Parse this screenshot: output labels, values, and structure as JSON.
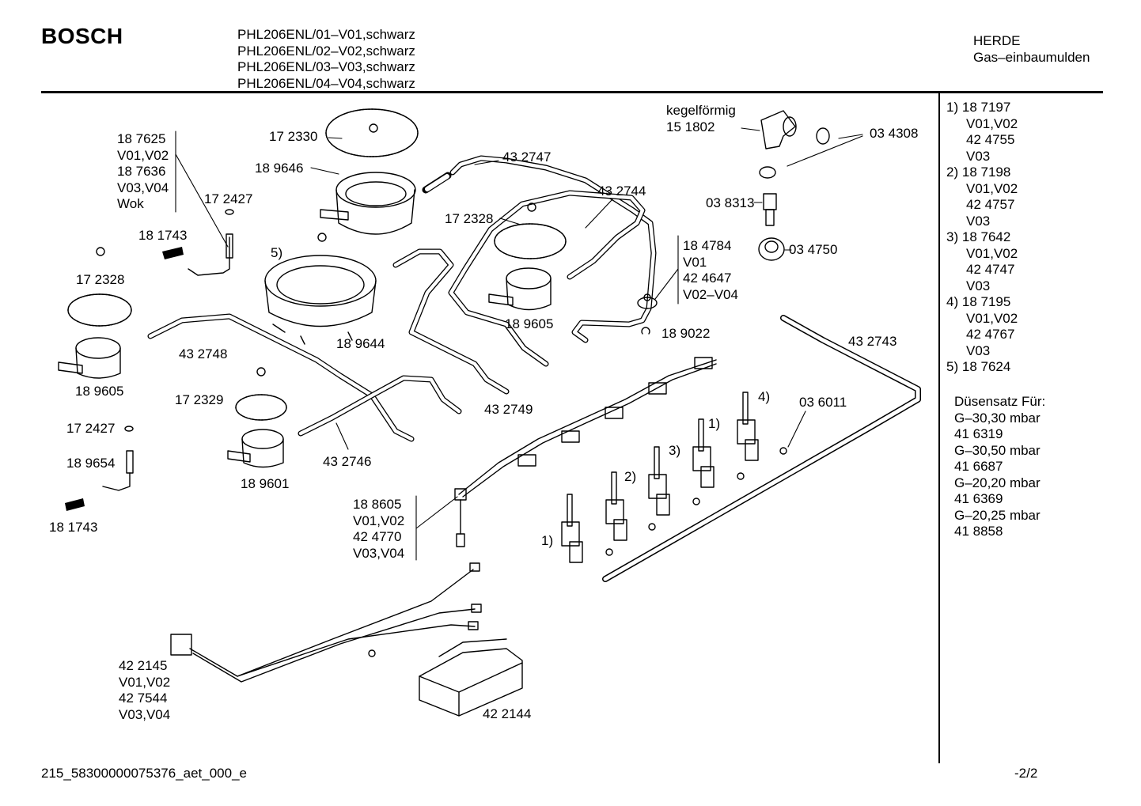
{
  "header": {
    "brand": "BOSCH",
    "models": [
      "PHL206ENL/01–V01,schwarz",
      "PHL206ENL/02–V02,schwarz",
      "PHL206ENL/03–V03,schwarz",
      "PHL206ENL/04–V04,schwarz"
    ],
    "category": [
      "HERDE",
      "Gas–einbaumulden"
    ]
  },
  "footer": {
    "doc_id": "215_58300000075376_aet_000_e",
    "page": "-2/2"
  },
  "legend": {
    "items": [
      {
        "no": "1)",
        "part": "18 7197",
        "sub": [
          "V01,V02",
          "42 4755",
          "V03"
        ]
      },
      {
        "no": "2)",
        "part": "18 7198",
        "sub": [
          "V01,V02",
          "42 4757",
          "V03"
        ]
      },
      {
        "no": "3)",
        "part": "18 7642",
        "sub": [
          "V01,V02",
          "42 4747",
          "V03"
        ]
      },
      {
        "no": "4)",
        "part": "18 7195",
        "sub": [
          "V01,V02",
          "42 4767",
          "V03"
        ]
      },
      {
        "no": "5)",
        "part": "18 7624",
        "sub": []
      }
    ],
    "nozzle_set": [
      "Düsensatz Für:",
      "G–30,30 mbar",
      "41 6319",
      "G–30,50  mbar",
      "41 6687",
      "G–20,20 mbar",
      "41 6369",
      "G–20,25 mbar",
      "41 8858"
    ]
  },
  "labels": {
    "l172330": "17 2330",
    "l189646": "18 9646",
    "l432747": "43 2747",
    "l432744": "43 2744",
    "l172427a": "17 2427",
    "l181743a": "18 1743",
    "l172328a": "17 2328",
    "l172328b": "17 2328",
    "l5": "5)",
    "l189605a": "18 9605",
    "l189605b": "18 9605",
    "l189644": "18 9644",
    "l432748": "43 2748",
    "l172329": "17 2329",
    "l432749": "43 2749",
    "l432746": "43 2746",
    "l189601": "18 9601",
    "l172427b": "17 2427",
    "l189654": "18 9654",
    "l181743b": "18 1743",
    "l189022": "18 9022",
    "l432743": "43 2743",
    "l036011": "03 6011",
    "l038313": "03 8313",
    "l034750": "03 4750",
    "l034308": "03 4308",
    "l422144": "42 2144",
    "v1a": "1)",
    "v1b": "1)",
    "v2": "2)",
    "v3": "3)",
    "v4": "4)"
  },
  "blocks": {
    "wok": [
      "18 7625",
      "V01,V02",
      "18 7636",
      "V03,V04",
      "Wok"
    ],
    "kegel": [
      "kegelförmig",
      "15 1802"
    ],
    "b184784": [
      "18 4784",
      "V01",
      "42 4647",
      "V02–V04"
    ],
    "b188605": [
      "18 8605",
      "V01,V02",
      "42 4770",
      "V03,V04"
    ],
    "b422145": [
      "42 2145",
      "V01,V02",
      "42 7544",
      "V03,V04"
    ]
  }
}
